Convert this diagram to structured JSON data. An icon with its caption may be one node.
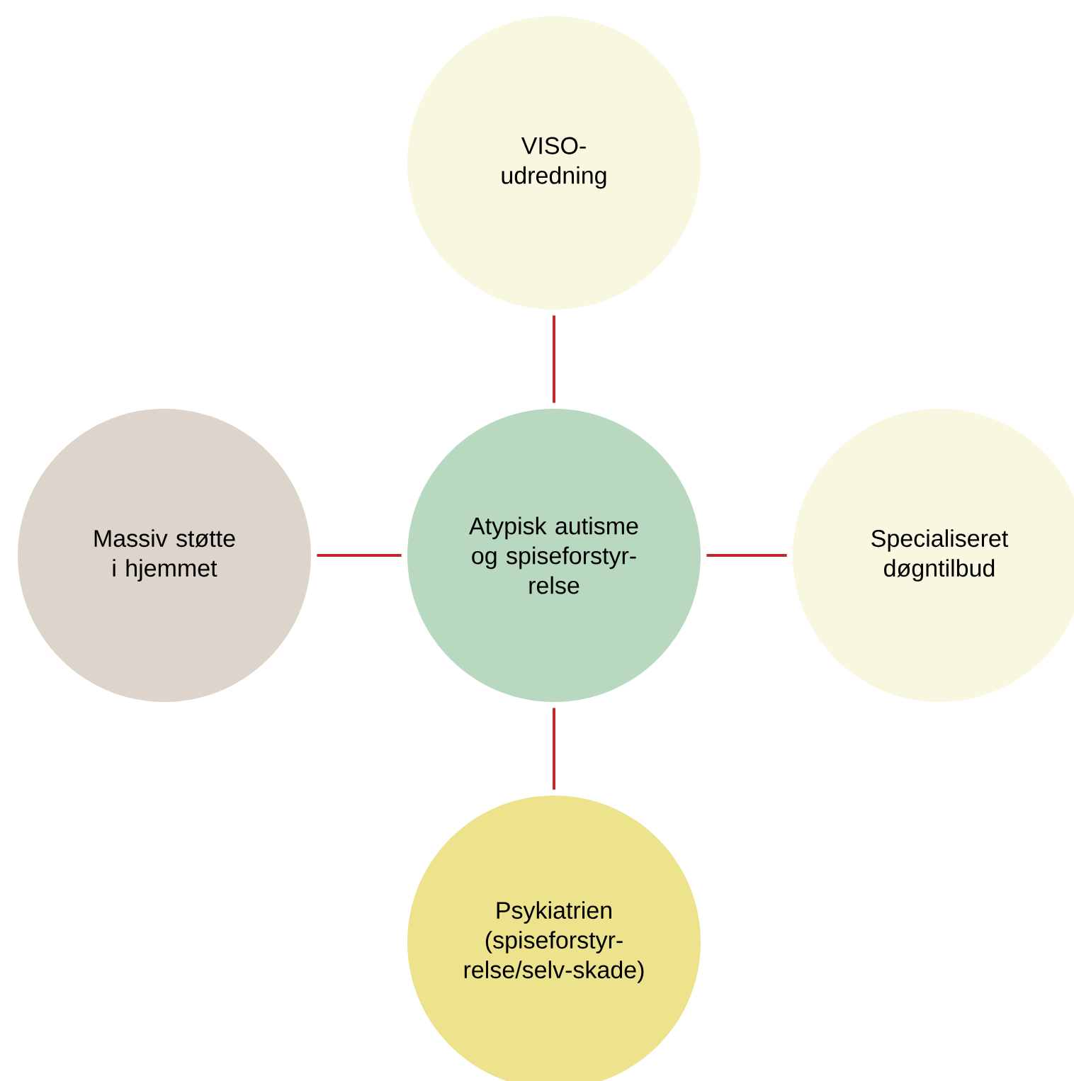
{
  "diagram": {
    "nodes": [
      {
        "text": [
          "VISO-udredning"
        ]
      },
      {
        "text": [
          "Massiv støtte i hjemmet"
        ]
      },
      {
        "text": [
          "Atypisk autisme og spiseforstyr-relse"
        ]
      },
      {
        "text": [
          "Specialiseret døgntilbud"
        ]
      },
      {
        "text": [
          "Psykiatrien (spiseforstyr-relse/selv-skade)"
        ]
      }
    ],
    "edges": [
      {
        "from": 2,
        "to": 0,
        "arrow": "none"
      },
      {
        "from": 2,
        "to": 1,
        "arrow": "none"
      },
      {
        "from": 2,
        "to": 3,
        "arrow": "none"
      },
      {
        "from": 2,
        "to": 4,
        "arrow": "none"
      }
    ]
  }
}
